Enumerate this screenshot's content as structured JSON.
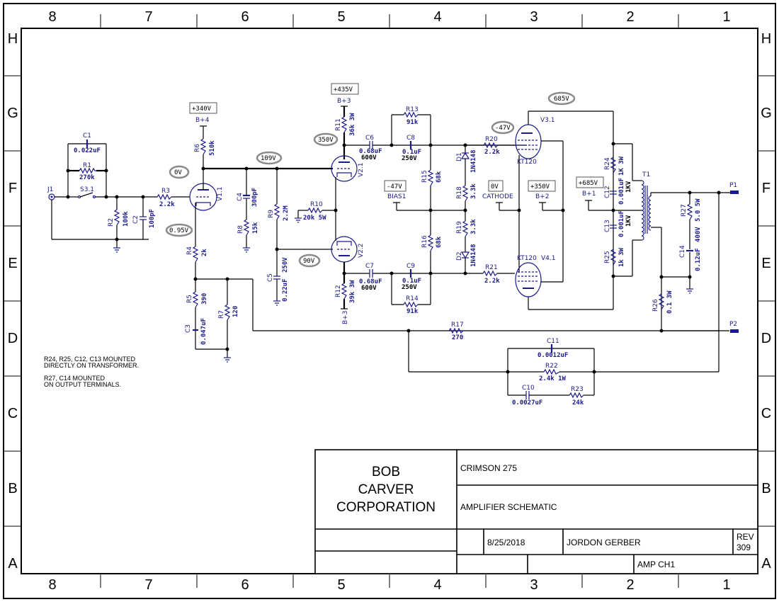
{
  "sheet": {
    "columns": [
      "8",
      "7",
      "6",
      "5",
      "4",
      "3",
      "2",
      "1"
    ],
    "rows": [
      "H",
      "G",
      "F",
      "E",
      "D",
      "C",
      "B",
      "A"
    ]
  },
  "title_block": {
    "company_line1": "BOB",
    "company_line2": "CARVER",
    "company_line3": "CORPORATION",
    "product": "CRIMSON 275",
    "drawing_title": "AMPLIFIER SCHEMATIC",
    "date": "8/25/2018",
    "drawn_by": "JORDON GERBER",
    "rev_label": "REV",
    "rev_value": "309",
    "sheet_name": "AMP CH1"
  },
  "notes": [
    "R24, R25, C12, C13 MOUNTED",
    "DIRECTLY ON TRANSFORMER.",
    "R27, C14 MOUNTED",
    "ON OUTPUT TERMINALS."
  ],
  "voltage_boxes": {
    "b4": "+340V",
    "b3": "+435V",
    "bias": "-47V",
    "cathode": "0V",
    "b2": "+350V",
    "b1": "+685V"
  },
  "rail_labels": {
    "b4": "B+4",
    "b3_top": "B+3",
    "b3_bot": "B+3",
    "bias": "BIAS1",
    "cathode": "CATHODE",
    "b2": "B+2",
    "b1": "B+1"
  },
  "measured_voltages": {
    "v1_grid": "0V",
    "v1_cathode": "0.95V",
    "v1_plate": "109V",
    "v21_plate": "350V",
    "v22_grid": "90V",
    "v3_grid": "-47V",
    "v3_plate": "685V"
  },
  "components": {
    "J1": {
      "ref": "J1"
    },
    "S3": {
      "ref": "S3.1"
    },
    "C1": {
      "ref": "C1",
      "value": "0.022uF"
    },
    "R1": {
      "ref": "R1",
      "value": "270k"
    },
    "R2": {
      "ref": "R2",
      "value": "100k"
    },
    "C2": {
      "ref": "C2",
      "value": "100pF"
    },
    "R3": {
      "ref": "R3",
      "value": "2.2k"
    },
    "V1": {
      "ref": "V1.1"
    },
    "R6": {
      "ref": "R6",
      "value": "510k"
    },
    "R4": {
      "ref": "R4",
      "value": "2k"
    },
    "R5": {
      "ref": "R5",
      "value": "390"
    },
    "C3": {
      "ref": "C3",
      "value": "0.047uF"
    },
    "R7": {
      "ref": "R7",
      "value": "120"
    },
    "C4": {
      "ref": "C4",
      "value": "300pF"
    },
    "R8": {
      "ref": "R8",
      "value": "15k"
    },
    "R9": {
      "ref": "R9",
      "value": "2.2M"
    },
    "C5": {
      "ref": "C5",
      "value": "0.22uF",
      "rating": "250V"
    },
    "R10": {
      "ref": "R10",
      "value": "20k 5W"
    },
    "R11": {
      "ref": "R11",
      "value": "36k 3W"
    },
    "R12": {
      "ref": "R12",
      "value": "39k 3W"
    },
    "V21": {
      "ref": "V2.1"
    },
    "V22": {
      "ref": "V2.2"
    },
    "C6": {
      "ref": "C6",
      "value": "0.68uF",
      "rating": "600V"
    },
    "C7": {
      "ref": "C7",
      "value": "0.68uF",
      "rating": "600V"
    },
    "C8": {
      "ref": "C8",
      "value": "0.1uF",
      "rating": "250V"
    },
    "C9": {
      "ref": "C9",
      "value": "0.1uF",
      "rating": "250V"
    },
    "R13": {
      "ref": "R13",
      "value": "91k"
    },
    "R14": {
      "ref": "R14",
      "value": "91k"
    },
    "R15": {
      "ref": "R15",
      "value": "68k"
    },
    "R16": {
      "ref": "R16",
      "value": "68k"
    },
    "D1": {
      "ref": "D1",
      "value": "1N4148"
    },
    "D2": {
      "ref": "D2",
      "value": "1N4148"
    },
    "R18": {
      "ref": "R18",
      "value": "3.3k"
    },
    "R19": {
      "ref": "R19",
      "value": "3.3k"
    },
    "R20": {
      "ref": "R20",
      "value": "2.2k"
    },
    "R21": {
      "ref": "R21",
      "value": "2.2k"
    },
    "V3": {
      "ref": "V3.1",
      "type": "KT120"
    },
    "V4": {
      "ref": "V4.1",
      "type": "KT120"
    },
    "R24": {
      "ref": "R24",
      "value": "1K 3W"
    },
    "R25": {
      "ref": "R25",
      "value": "1k 3W"
    },
    "C12": {
      "ref": "C12",
      "value": "0.001uF",
      "rating": "1KV"
    },
    "C13": {
      "ref": "C13",
      "value": "0.001uF",
      "rating": "1KV"
    },
    "T1": {
      "ref": "T1"
    },
    "R26": {
      "ref": "R26",
      "value": "0.1 3W"
    },
    "R27": {
      "ref": "R27",
      "value": "5.0 5W"
    },
    "C14": {
      "ref": "C14",
      "value": "0.12uF",
      "rating": "400V"
    },
    "P1": {
      "ref": "P1"
    },
    "P2": {
      "ref": "P2"
    },
    "R17": {
      "ref": "R17",
      "value": "270"
    },
    "C11": {
      "ref": "C11",
      "value": "0.0012uF"
    },
    "R22": {
      "ref": "R22",
      "value": "2.4k 1W"
    },
    "C10": {
      "ref": "C10",
      "value": "0.0027uF"
    },
    "R23": {
      "ref": "R23",
      "value": "24k"
    }
  }
}
